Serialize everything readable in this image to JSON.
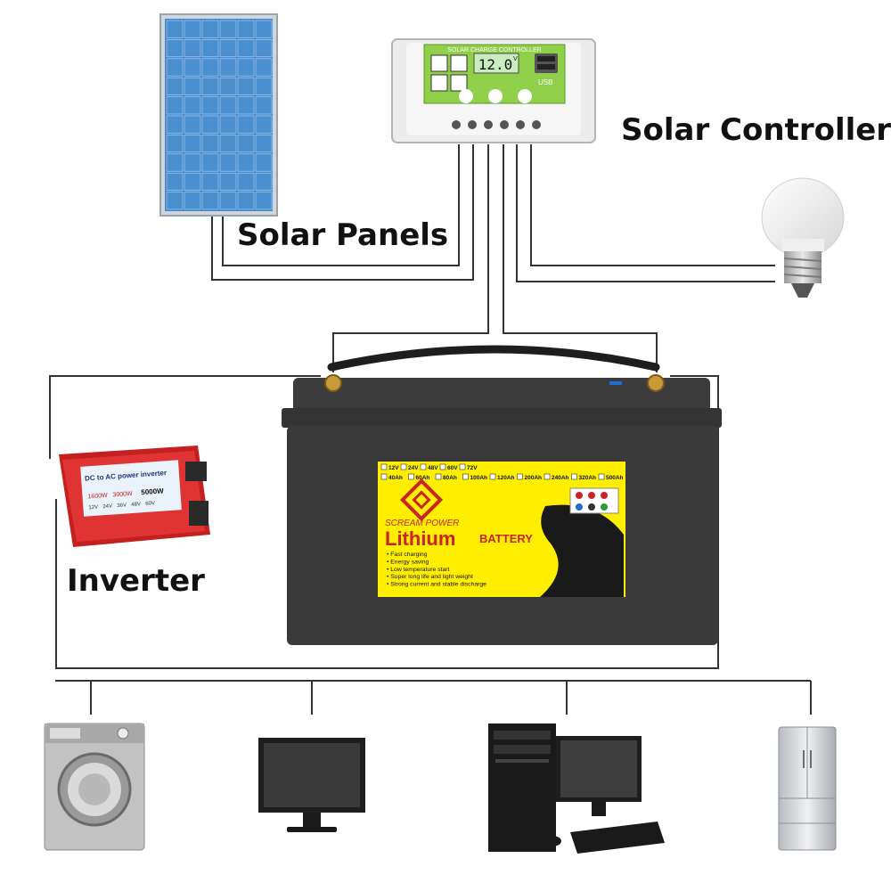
{
  "labels": {
    "solar_panels": "Solar Panels",
    "solar_controller": "Solar Controller",
    "inverter": "Inverter"
  },
  "controller": {
    "title": "SOLAR CHARGE CONTROLLER",
    "reading": "12.0",
    "unit": "V",
    "usb": "USB"
  },
  "inverter_unit": {
    "title": "DC to AC power inverter",
    "models": [
      "1600W",
      "3000W",
      "5000W"
    ],
    "voltages": [
      "12V",
      "24V",
      "36V",
      "48V",
      "60V"
    ]
  },
  "battery": {
    "brand": "SCREAM POWER",
    "name": "Lithium",
    "name_suffix": "BATTERY",
    "voltage_options": [
      "12V",
      "24V",
      "48V",
      "60V",
      "72V"
    ],
    "capacity_options": [
      "40Ah",
      "60Ah",
      "80Ah",
      "100Ah",
      "120Ah",
      "200Ah",
      "240Ah",
      "320Ah",
      "500Ah"
    ],
    "features": [
      "Fast charging",
      "Energy saving",
      "Low temperature start",
      "Super long life and light weight",
      "Strong current and stable discharge"
    ]
  },
  "colors": {
    "wire": "#333333",
    "panel_blue": "#4a8fd0",
    "battery_body": "#3a3a3a",
    "label_yellow": "#ffee00",
    "inverter_red": "#d42a2a",
    "controller_green": "#8fcf4a"
  },
  "icons": [
    "solar-panel-icon",
    "charge-controller-icon",
    "light-bulb-icon",
    "battery-icon",
    "inverter-icon",
    "washing-machine-icon",
    "monitor-icon",
    "desktop-computer-icon",
    "refrigerator-icon"
  ]
}
